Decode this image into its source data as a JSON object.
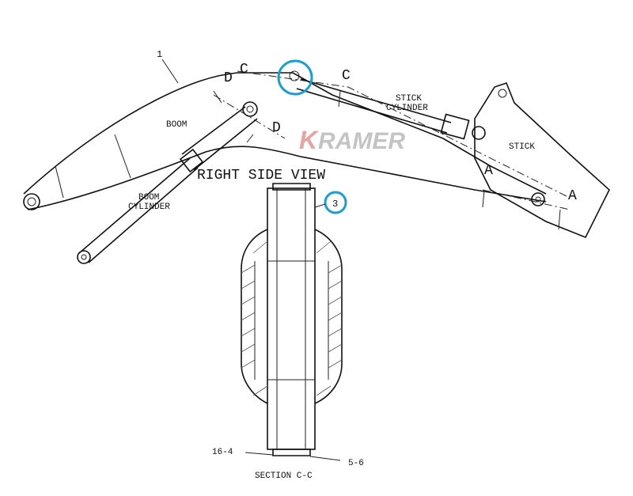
{
  "labels": {
    "part_1": "1",
    "d_left": "D",
    "c_left": "C",
    "c_right": "C",
    "stick_cylinder_1": "STICK",
    "stick_cylinder_2": "CYLINDER",
    "boom": "BOOM",
    "d_lower": "D",
    "stick": "STICK",
    "right_side_view": "RIGHT SIDE VIEW",
    "boom_cylinder_1": "BOOM",
    "boom_cylinder_2": "CYLINDER",
    "callout_3": "3",
    "a_left": "A",
    "a_right": "A",
    "ref_16_4": "16-4",
    "ref_5_6": "5-6",
    "section": "SECTION C-C"
  },
  "watermark": {
    "k": "K",
    "rest": "RAMER"
  },
  "colors": {
    "callout": "#1a9fd0",
    "watermark_k": "#e8a3a3",
    "watermark": "#c4c4c4"
  }
}
